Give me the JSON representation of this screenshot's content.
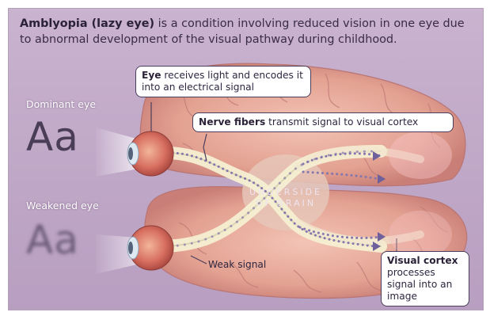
{
  "headline": {
    "term": "Amblyopia (lazy eye)",
    "rest": " is a condition involving reduced vision in one eye due to abnormal development of the visual pathway during childhood."
  },
  "dominant_eye": {
    "label": "Dominant eye",
    "letters": "Aa"
  },
  "weakened_eye": {
    "label": "Weakened eye",
    "letters": "Aa"
  },
  "callouts": {
    "eye": {
      "term": "Eye",
      "rest": " receives light and encodes it into an electrical signal"
    },
    "nerve": {
      "term": "Nerve fibers",
      "rest": " transmit signal to visual cortex"
    },
    "weak_signal": "Weak signal",
    "cortex": {
      "term": "Visual cortex",
      "rest": "processes signal into an image"
    }
  },
  "brain_label": {
    "line1": "UNDERSIDE",
    "line2": "OF BRAIN"
  },
  "colors": {
    "background": "#c4adcb",
    "brain": "#e7a99d",
    "nerve_glow": "#f3ecd0",
    "signal_path": "#8a7fb0",
    "callout_border": "#4b3e5a"
  }
}
